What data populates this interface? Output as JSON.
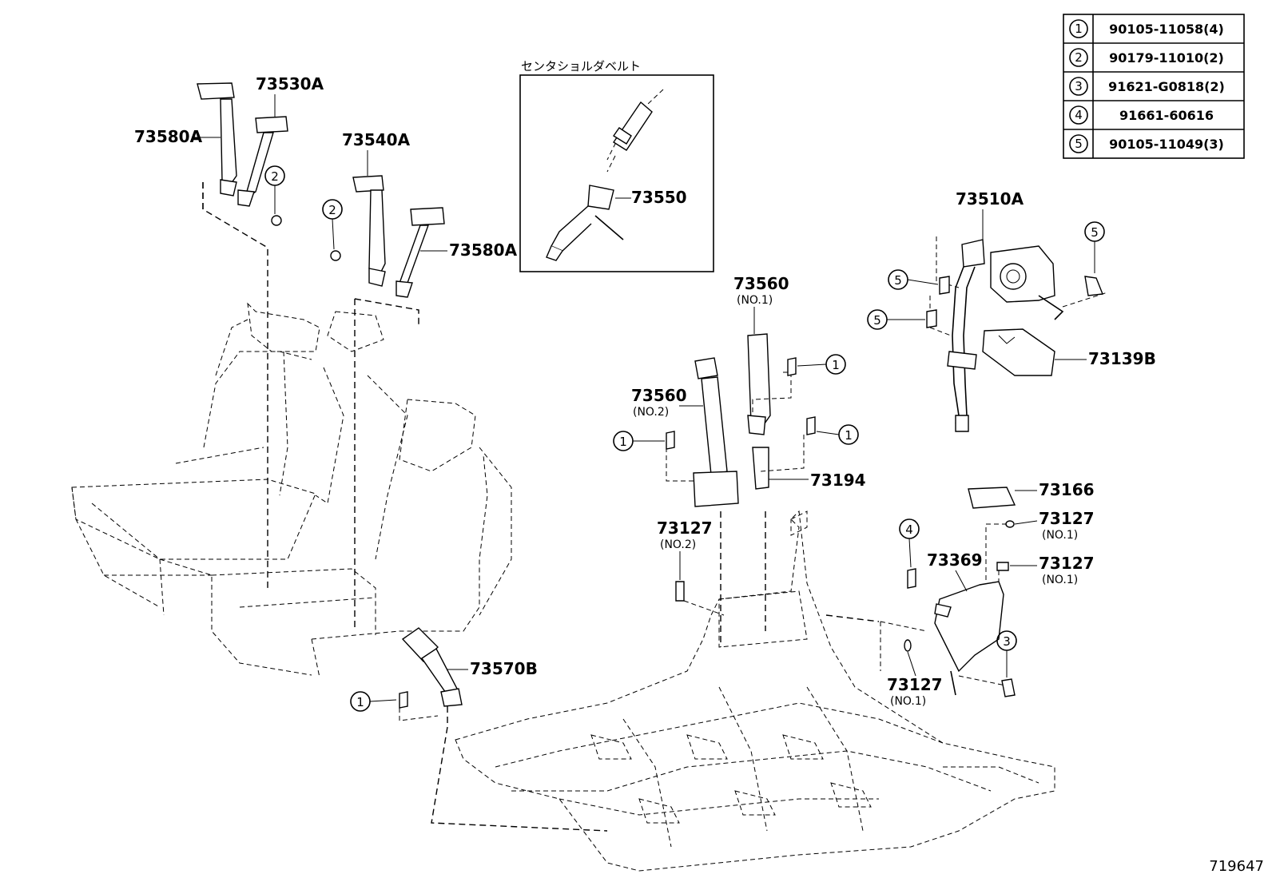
{
  "diagram_id": "719647",
  "center_belt_title": "センタショルダベルト",
  "fastener_table": [
    {
      "no": "1",
      "part": "90105-11058(4)"
    },
    {
      "no": "2",
      "part": "90179-11010(2)"
    },
    {
      "no": "3",
      "part": "91621-G0818(2)"
    },
    {
      "no": "4",
      "part": "91661-60616"
    },
    {
      "no": "5",
      "part": "90105-11049(3)"
    }
  ],
  "parts": {
    "p73530A": "73530A",
    "p73580A_1": "73580A",
    "p73540A": "73540A",
    "p73580A_2": "73580A",
    "p73550": "73550",
    "p73560_no1": "73560",
    "p73560_no1_sub": "(NO.1)",
    "p73560_no2": "73560",
    "p73560_no2_sub": "(NO.2)",
    "p73194": "73194",
    "p73127_no2": "73127",
    "p73127_no2_sub": "(NO.2)",
    "p73510A": "73510A",
    "p73139B": "73139B",
    "p73166": "73166",
    "p73127_a": "73127",
    "p73127_a_sub": "(NO.1)",
    "p73127_b": "73127",
    "p73127_b_sub": "(NO.1)",
    "p73369": "73369",
    "p73127_c": "73127",
    "p73127_c_sub": "(NO.1)",
    "p73570B": "73570B"
  },
  "callouts": {
    "c2a": "2",
    "c2b": "2",
    "c1a": "1",
    "c1b": "1",
    "c1c": "1",
    "c1d": "1",
    "c5a": "5",
    "c5b": "5",
    "c5c": "5",
    "c4": "4",
    "c3": "3"
  }
}
